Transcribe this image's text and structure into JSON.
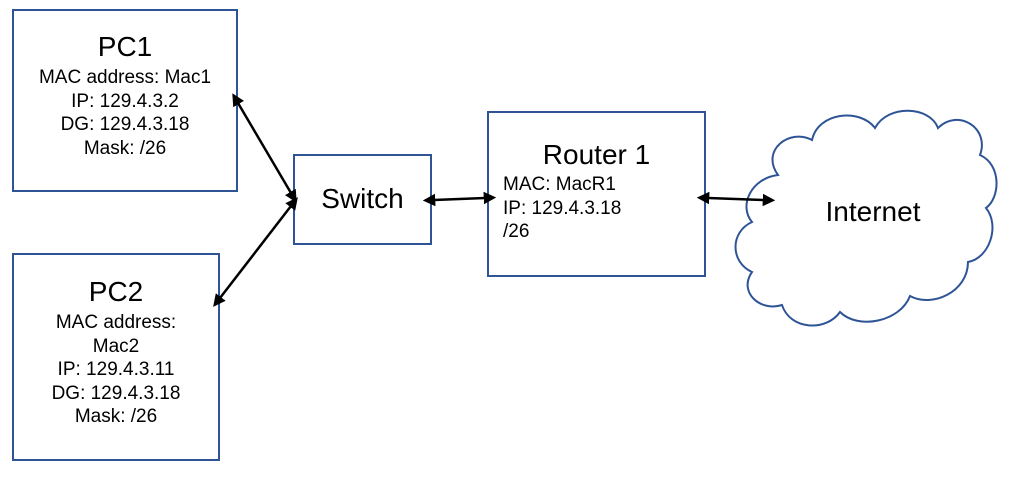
{
  "pc1": {
    "title": "PC1",
    "mac": "MAC address: Mac1",
    "ip": "IP: 129.4.3.2",
    "dg": "DG: 129.4.3.18",
    "mask": "Mask: /26"
  },
  "pc2": {
    "title": "PC2",
    "mac_label": "MAC address:",
    "mac_value": "Mac2",
    "ip": "IP: 129.4.3.11",
    "dg": "DG: 129.4.3.18",
    "mask": "Mask: /26"
  },
  "switch": {
    "title": "Switch"
  },
  "router": {
    "title": "Router 1",
    "mac": "MAC: MacR1",
    "ip": "IP: 129.4.3.18",
    "mask": "/26"
  },
  "internet": {
    "title": "Internet"
  },
  "colors": {
    "box_border": "#2f5496",
    "cloud_border": "#2f5496",
    "arrow": "#000000"
  }
}
